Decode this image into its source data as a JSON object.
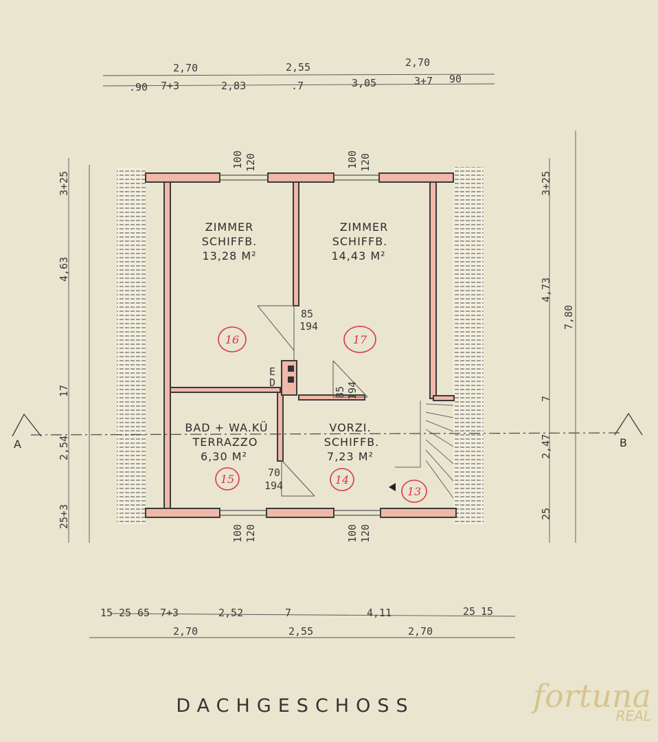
{
  "title": "DACHGESCHOSS",
  "logo": {
    "brand": "fortuna",
    "sub": "REAL"
  },
  "rooms": [
    {
      "id": "room-16",
      "lines": [
        "ZIMMER",
        "SCHIFFB.",
        "13,28 M²"
      ],
      "number": "16"
    },
    {
      "id": "room-17",
      "lines": [
        "ZIMMER",
        "SCHIFFB.",
        "14,43 M²"
      ],
      "number": "17"
    },
    {
      "id": "room-15",
      "lines": [
        "BAD + WA.KÜ",
        "TERRAZZO",
        "6,30 M²"
      ],
      "number": "15"
    },
    {
      "id": "room-14",
      "lines": [
        "VORZI.",
        "SCHIFFB.",
        "7,23 M²"
      ],
      "number": "14"
    },
    {
      "id": "room-13",
      "lines": [],
      "number": "13"
    }
  ],
  "dims_top": {
    "row1": [
      "2,70",
      "2,55",
      "2,70"
    ],
    "row2": [
      ".90",
      "7+3",
      "2,83",
      ".7",
      "3,05",
      "3+7",
      "90"
    ]
  },
  "dims_bottom": {
    "row1": [
      "15",
      "25",
      "65",
      "7+3",
      "2,52",
      "7",
      "4,11",
      "25",
      "15"
    ],
    "row2": [
      "2,70",
      "2,55",
      "2,70"
    ]
  },
  "dims_left": [
    "3+25",
    "4,63",
    "17",
    "2,54",
    "25+3"
  ],
  "dims_right": [
    "3+25",
    "4,73",
    "7,80",
    "7",
    "2,47",
    "25"
  ],
  "window_dims": [
    "100",
    "120"
  ],
  "door_dims": [
    {
      "a": "85",
      "b": "194"
    },
    {
      "a": "85",
      "b": "194"
    },
    {
      "a": "70",
      "b": "194"
    }
  ],
  "section_marks": [
    "A",
    "B"
  ],
  "chimney_labels": [
    "E",
    "D"
  ]
}
